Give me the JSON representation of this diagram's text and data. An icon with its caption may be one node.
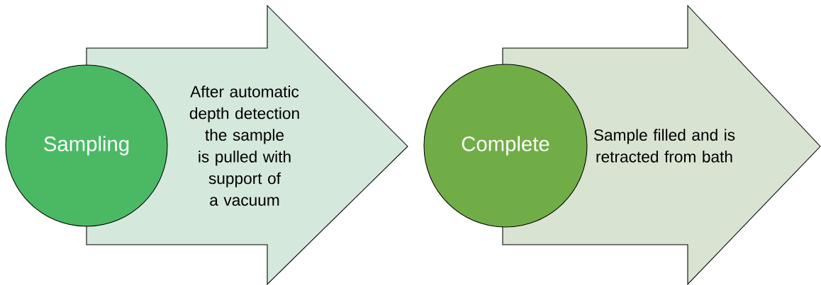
{
  "diagram": {
    "nodes": [
      {
        "text": [
          "Sampling"
        ]
      },
      {
        "text": [
          "After automatic depth detection the sample is pulled with support of a vacuum"
        ]
      },
      {
        "text": [
          "Complete"
        ]
      },
      {
        "text": [
          "Sample filled and is retracted from bath"
        ]
      }
    ]
  }
}
